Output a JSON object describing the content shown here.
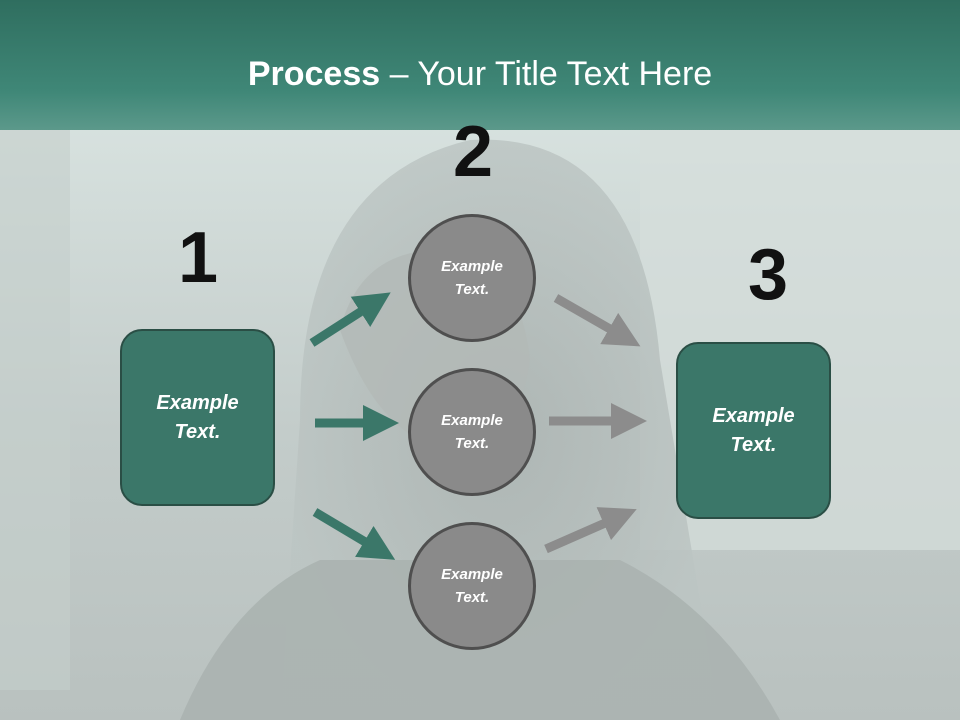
{
  "slide": {
    "title_bold": "Process",
    "title_rest": " – Your Title Text Here"
  },
  "steps": {
    "one": "1",
    "two": "2",
    "three": "3"
  },
  "nodes": {
    "left_box": "Example\nText.",
    "circle_top": "Example\nText.",
    "circle_middle": "Example\nText.",
    "circle_bottom": "Example\nText.",
    "right_box": "Example\nText."
  },
  "colors": {
    "header": "#3f8777",
    "box_fill": "#3b7769",
    "box_border": "#2a4e45",
    "circle_fill": "#8a8a8a",
    "arrow_green": "#3b7769",
    "arrow_gray": "#8c8c8c"
  }
}
